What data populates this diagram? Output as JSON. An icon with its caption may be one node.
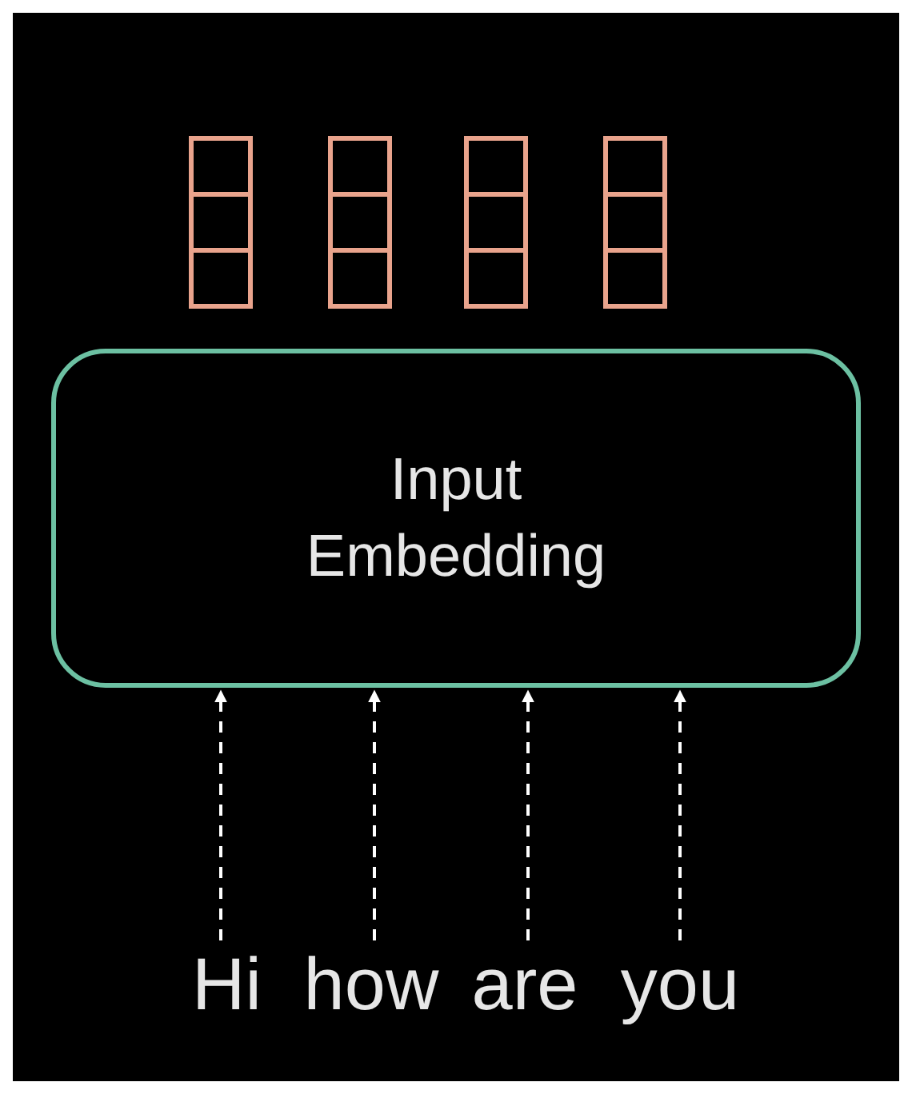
{
  "diagram": {
    "nodes": [
      {
        "text": [],
        "shape": "bar"
      },
      {
        "text": [],
        "shape": "bar"
      },
      {
        "text": [],
        "shape": "bar"
      },
      {
        "text": [],
        "shape": "bar"
      },
      {
        "text": [
          "Input Embedding"
        ]
      },
      {
        "text": [
          "Hi"
        ]
      },
      {
        "text": [
          "how"
        ]
      },
      {
        "text": [
          "are"
        ]
      },
      {
        "text": [
          "you"
        ]
      }
    ],
    "edges": [
      {
        "from": 5,
        "to": 4,
        "arrow": "to",
        "style": "dashed"
      },
      {
        "from": 6,
        "to": 4,
        "arrow": "to",
        "style": "dashed"
      },
      {
        "from": 7,
        "to": 4,
        "arrow": "to",
        "style": "dashed"
      },
      {
        "from": 8,
        "to": 4,
        "arrow": "to",
        "style": "dashed"
      }
    ]
  }
}
